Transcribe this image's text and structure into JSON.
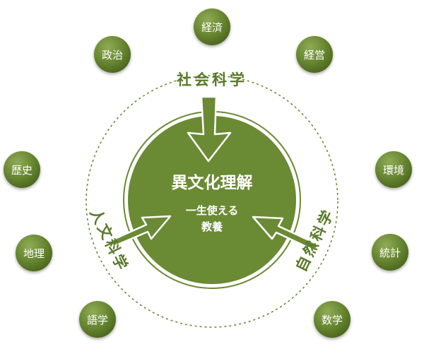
{
  "colors": {
    "accent": "#6b8a34",
    "accent_dark": "#4e6a1f",
    "text_green": "#5a7a2a",
    "white": "#ffffff"
  },
  "center": {
    "title": "異文化理解",
    "subtitle_line1": "一生使える",
    "subtitle_line2": "教養"
  },
  "categories": {
    "social": "社会科学",
    "humanities": "人文科学",
    "natural": "自然科学"
  },
  "nodes": {
    "keizai": "経済",
    "seiji": "政治",
    "keiei": "経営",
    "rekishi": "歴史",
    "kankyo": "環境",
    "chiri": "地理",
    "tokei": "統計",
    "gogaku": "語学",
    "sugaku": "数学"
  }
}
